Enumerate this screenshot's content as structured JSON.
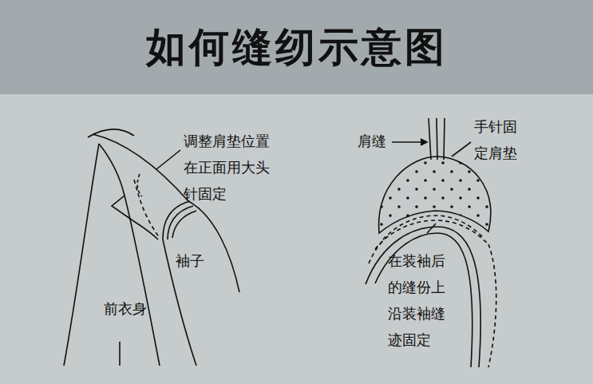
{
  "diagram": {
    "title": "如何缝纫示意图",
    "labels": [
      "调整肩垫位置 在正面用大头 针固定",
      "袖子",
      "前衣身",
      "肩缝",
      "手针固 定肩垫",
      "在装袖后 的缝份上 沿装袖缝 迹固定"
    ]
  }
}
